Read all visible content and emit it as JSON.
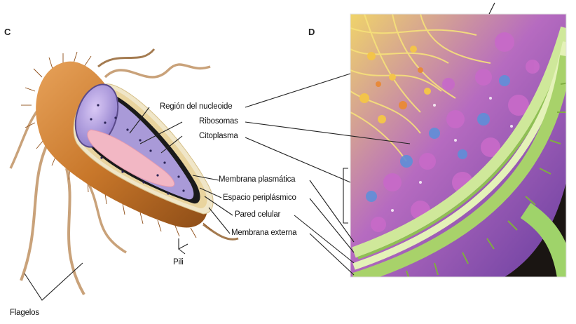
{
  "panels": {
    "left": "C",
    "right": "D"
  },
  "labels": {
    "nucleoid": "Región del nucleoide",
    "ribosomes": "Ribosomas",
    "cytoplasm": "Citoplasma",
    "plasma_membrane": "Membrana plasmática",
    "periplasmic_space": "Espacio periplásmico",
    "cell_wall": "Pared celular",
    "outer_membrane": "Membrana externa",
    "pili": "Pili",
    "flagella": "Flagelos"
  },
  "colors": {
    "cell_body": "#c8772a",
    "cytoplasm_fill": "#a99ad8",
    "nucleoid_fill": "#f2b7c4",
    "membrane_dark": "#1a1a1a",
    "wall_light": "#f0e6c8",
    "flagella": "#c9a27a",
    "closeup_yellow": "#e9c84a",
    "closeup_purple": "#8b4fb0",
    "closeup_green": "#a8d26a"
  }
}
